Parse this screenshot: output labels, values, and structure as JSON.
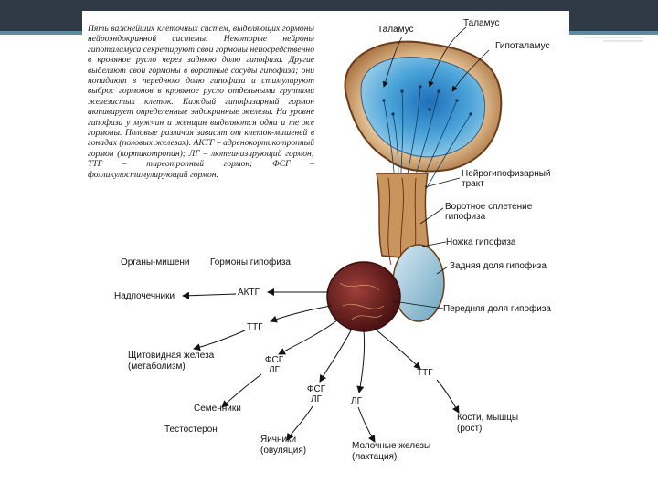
{
  "paragraph": "Пять важнейших клеточных систем, выделяющих гормоны нейроэндокринной системы. Некоторые нейроны гипоталамуса секретируют свои гормоны непосредственно в кровяное русло через заднюю долю гипофиза. Другие выделяют свои гормоны в воротные сосуды гипофиза; они попадают в переднюю долю гипофиза и стимулируют выброс гормонов в кровяное русло отдельными группами железистых клеток. Каждый гипофизарный гормон активирует определенные эндокринные железы. На уровне гипофиза у мужчин и женщин выделяются одни и те же гормоны. Половые различия зависят от клеток-мишеней в гонадах (половых железах). АКТГ – адренокортикотропный гормон (кортикотропин); ЛГ – лютеинизирующий гормон; ТТГ – тиреотропный гормон; ФСГ – фолликулостимулирующий гормон.",
  "labels": {
    "thalamus_1": "Таламус",
    "thalamus_2": "Таламус",
    "hypothalamus": "Гипоталамус",
    "neuro_tract_1": "Нейрогипофизарный",
    "neuro_tract_2": "тракт",
    "portal_1": "Воротное сплетение",
    "portal_2": "гипофиза",
    "stalk": "Ножка гипофиза",
    "posterior": "Задняя доля гипофиза",
    "anterior": "Передняя доля гипофиза",
    "target_organs": "Органы-мишени",
    "pituitary_hormones": "Гормоны гипофиза",
    "adrenals": "Надпочечники",
    "actg": "АКТГ",
    "ttg_left": "ТТГ",
    "thyroid_1": "Щитовидная железа",
    "thyroid_2": "(метаболизм)",
    "fsg_lg_a_1": "ФСГ",
    "fsg_lg_a_2": "ЛГ",
    "testes": "Семенники",
    "testosterone": "Тестостерон",
    "fsg_lg_b_1": "ФСГ",
    "fsg_lg_b_2": "ЛГ",
    "lg": "ЛГ",
    "ttg_right": "ТТГ",
    "ovaries_1": "Яичники",
    "ovaries_2": "(овуляция)",
    "mammary_1": "Молочные железы",
    "mammary_2": "(лактация)",
    "bones_1": "Кости, мышцы",
    "bones_2": "(рост)"
  },
  "colors": {
    "topbar": "#2f3a46",
    "accent": "#5d8a9c",
    "brain_blue": "#4aa3d8",
    "tissue": "#b8865a",
    "anterior_lobe": "#6b1f1f",
    "posterior_lobe": "#7fb8d0"
  }
}
